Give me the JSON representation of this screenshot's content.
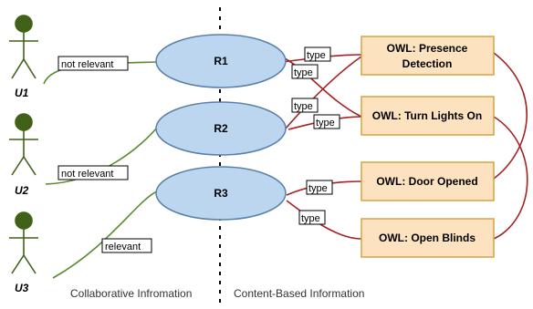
{
  "users": [
    {
      "label": "U1",
      "link_label": "not relevant"
    },
    {
      "label": "U2",
      "link_label": "not relevant"
    },
    {
      "label": "U3",
      "link_label": "relevant"
    }
  ],
  "recommendations": [
    {
      "label": "R1"
    },
    {
      "label": "R2"
    },
    {
      "label": "R3"
    }
  ],
  "owl_nodes": [
    {
      "line1": "OWL: Presence",
      "line2": "Detection"
    },
    {
      "line1": "OWL: Turn Lights On",
      "line2": ""
    },
    {
      "line1": "OWL: Door Opened",
      "line2": ""
    },
    {
      "line1": "OWL: Open Blinds",
      "line2": ""
    }
  ],
  "type_label": "type",
  "sections": {
    "left": "Collaborative Infromation",
    "right": "Content-Based Information"
  },
  "colors": {
    "actor": "#3f6118",
    "user_link": "#5b8a2e",
    "ellipse_fill": "#bcd6f0",
    "ellipse_stroke": "#5a7fa8",
    "owl_fill": "#fde2bf",
    "owl_stroke": "#d6a243",
    "type_link": "#a52222",
    "divider": "#000000"
  }
}
